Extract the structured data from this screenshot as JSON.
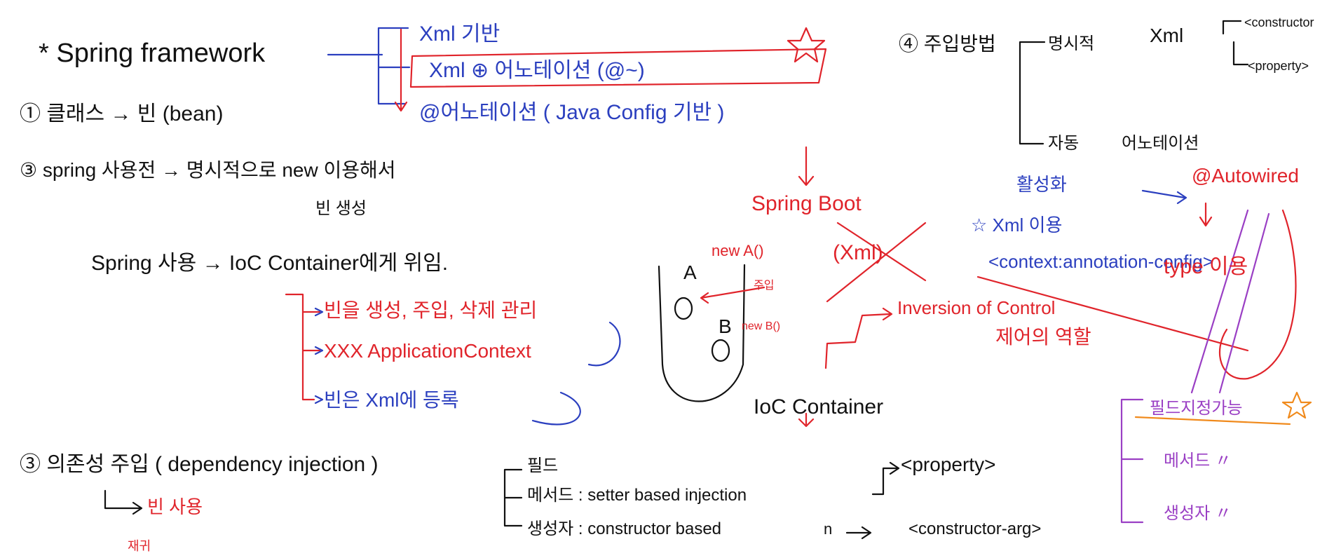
{
  "colors": {
    "ink": "#111111",
    "blue": "#2b3fbf",
    "red": "#e0242b",
    "purple": "#9a3fc4",
    "orange": "#f08a1c"
  },
  "title": "* Spring framework",
  "branches": {
    "xml": "Xml 기반",
    "mixed": "Xml ⊕ 어노테이션 (@~)",
    "annotation": "@어노테이션 ( Java Config 기반 )"
  },
  "notes": {
    "n1": "① 클래스 → 빈 (bean)",
    "n2": "③ spring 사용전 → 명시적으로 new 이용해서",
    "n2b": "빈 생성",
    "n3": "Spring 사용 → IoC Container에게 위임.",
    "n3_items": [
      "빈을 생성, 주입, 삭제 관리",
      "XXX ApplicationContext",
      "빈은 Xml에 등록"
    ],
    "n4": "③ 의존성 주입 ( dependency injection )",
    "n4_sub": "빈 사용",
    "n4_sub2": "재귀",
    "di_types": [
      "필드",
      "메서드 : setter based injection",
      "생성자 : constructor based"
    ],
    "di_targets": [
      "<property>",
      "<constructor-arg>"
    ],
    "di_dittos": "n"
  },
  "boot": {
    "label": "Spring Boot",
    "xml": "(Xml)",
    "new_a": "new A()",
    "new_b": "new B()",
    "inject": "주입",
    "a": "A",
    "b": "B",
    "ioc": "IoC Container",
    "ioc_full": "Inversion of Control",
    "ioc_role": "제어의 역할"
  },
  "injection": {
    "header": "④ 주입방법",
    "explicit": "명시적",
    "xml": "Xml",
    "ctor": "<constructor",
    "prop": "<property>",
    "auto": "자동",
    "annot": "어노테이션",
    "activate": "활성화",
    "autowired": "@Autowired",
    "xml_use": "☆ Xml 이용",
    "ctx": "<context:annotation-config>",
    "type_use": "type 이용",
    "field_ok": "필드지정가능",
    "method": "메서드 〃",
    "ctor2": "생성자 〃"
  }
}
